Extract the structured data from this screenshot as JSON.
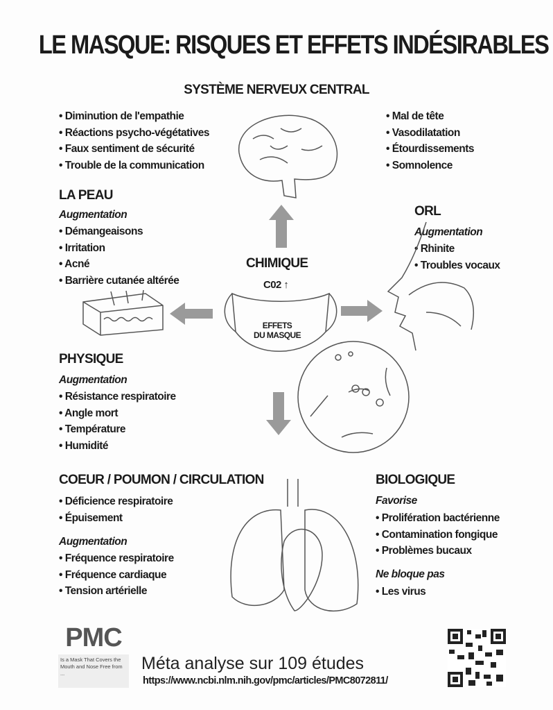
{
  "title": "LE MASQUE: RISQUES ET EFFETS INDÉSIRABLES",
  "snc": {
    "heading": "SYSTÈME NERVEUX CENTRAL",
    "left": [
      "Diminution de l'empathie",
      "Réactions psycho-végétatives",
      "Faux sentiment de sécurité",
      "Trouble de la communication"
    ],
    "right": [
      "Mal de tête",
      "Vasodilatation",
      "Étourdissements",
      "Somnolence"
    ]
  },
  "peau": {
    "heading": "LA PEAU",
    "sub": "Augmentation",
    "items": [
      "Démangeaisons",
      "Irritation",
      "Acné",
      "Barrière cutanée altérée"
    ]
  },
  "orl": {
    "heading": "ORL",
    "sub": "Augmentation",
    "items": [
      "Rhinite",
      "Troubles vocaux"
    ]
  },
  "center": {
    "chimique": "CHIMIQUE",
    "co2": "C02 ↑",
    "mask_line1": "EFFETS",
    "mask_line2": "DU MASQUE"
  },
  "physique": {
    "heading": "PHYSIQUE",
    "sub": "Augmentation",
    "items": [
      "Résistance respiratoire",
      "Angle mort",
      "Température",
      "Humidité"
    ]
  },
  "coeur": {
    "heading": "COEUR / POUMON / CIRCULATION",
    "items1": [
      "Déficience respiratoire",
      "Épuisement"
    ],
    "sub": "Augmentation",
    "items2": [
      "Fréquence respiratoire",
      "Fréquence cardiaque",
      "Tension artérielle"
    ]
  },
  "bio": {
    "heading": "BIOLOGIQUE",
    "sub1": "Favorise",
    "items1": [
      "Prolifération bactérienne",
      "Contamination fongique",
      "Problèmes bucaux"
    ],
    "sub2": "Ne bloque pas",
    "items2": [
      "Les virus"
    ]
  },
  "footer": {
    "logo": "PMC",
    "logo_caption": "Is a Mask That Covers the Mouth and Nose Free from ...",
    "meta": "Méta analyse sur 109 études",
    "url": "https://www.ncbi.nlm.nih.gov/pmc/articles/PMC8072811/"
  }
}
